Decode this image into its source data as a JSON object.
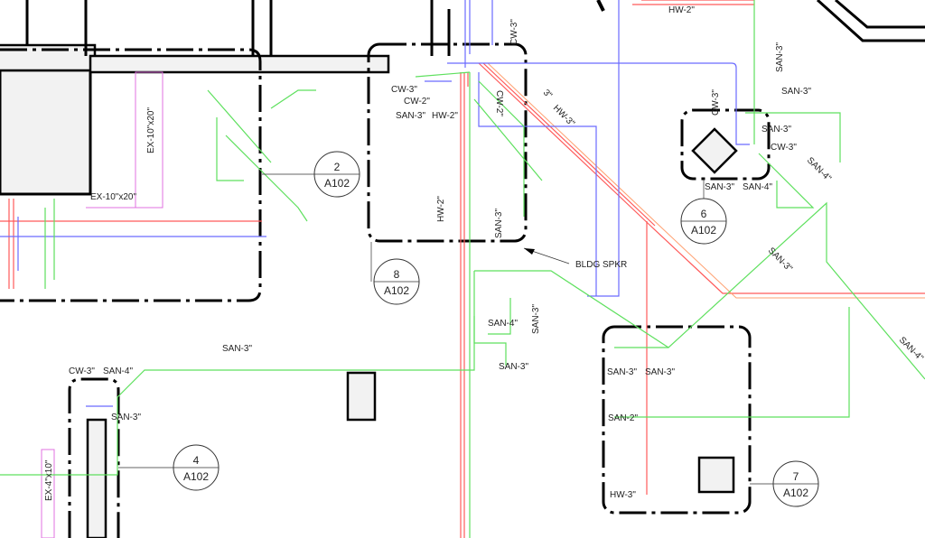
{
  "drawing": {
    "colors": {
      "sanitary": "#5ee05e",
      "cold_water": "#6a6aff",
      "hot_water": "#ff5a5a",
      "exhaust": "#e070e0",
      "walls": "#000000"
    },
    "labels": {
      "hw2_top": "HW-2\"",
      "cw3_top": "CW-3\"",
      "san3_topright": "SAN-3\"",
      "ex_vert": "EX-10\"x20\"",
      "ex_horiz": "EX-10\"x20\"",
      "cw3_a": "CW-3\"",
      "cw2_a": "CW-2\"",
      "san3_a": "SAN-3\"",
      "hw2_a": "HW-2\"",
      "cw2_vert": "CW-2\"",
      "three_in": "3\"",
      "hw3_diag": "HW-3\"",
      "hw2_vert": "HW-2\"",
      "san3_vert": "SAN-3\"",
      "bldg_spkr": "BLDG SPKR",
      "cw3_b": "CW-3\"",
      "san3_b": "SAN-3\"",
      "san3_c": "SAN-3\"",
      "cw3_c": "CW-3\"",
      "san4_diag": "SAN-4\"",
      "san_overlap1": "SAN-3\"",
      "san_overlap2": "SAN-4\"",
      "san3_diag2": "SAN-3\"",
      "san4_right": "SAN-4\"",
      "san4_mid": "SAN-4\"",
      "san3_midvert": "SAN-3\"",
      "san3_mid": "SAN-3\"",
      "san3_left": "SAN-3\"",
      "cw_left": "CW-3\"",
      "san4_left": "SAN-4\"",
      "san3_left2": "SAN-3\"",
      "ex_small": "EX-4\"x10\"",
      "san3_box7a": "SAN-3\"",
      "san3_box7b": "SAN-3\"",
      "san2_box7": "SAN-2\"",
      "hw3_box7": "HW-3\""
    },
    "callouts": [
      {
        "number": "2",
        "sheet": "A102"
      },
      {
        "number": "8",
        "sheet": "A102"
      },
      {
        "number": "6",
        "sheet": "A102"
      },
      {
        "number": "4",
        "sheet": "A102"
      },
      {
        "number": "7",
        "sheet": "A102"
      }
    ]
  }
}
